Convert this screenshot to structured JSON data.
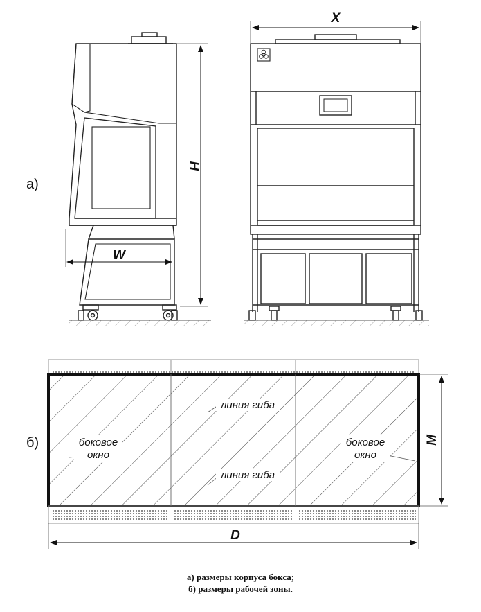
{
  "labels": {
    "panel_a": "а)",
    "panel_b": "б)",
    "dim_h": "H",
    "dim_w": "W",
    "dim_x": "X",
    "dim_m": "M",
    "dim_d": "D",
    "bend_line_top": "линия гиба",
    "bend_line_bottom": "линия гиба",
    "side_window_left_1": "боковое",
    "side_window_left_2": "окно",
    "side_window_right_1": "боковое",
    "side_window_right_2": "окно"
  },
  "caption": {
    "line1": "а) размеры корпуса бокса;",
    "line2": "б) размеры рабочей зоны."
  },
  "icons": {
    "biohazard": "biohazard-icon"
  }
}
